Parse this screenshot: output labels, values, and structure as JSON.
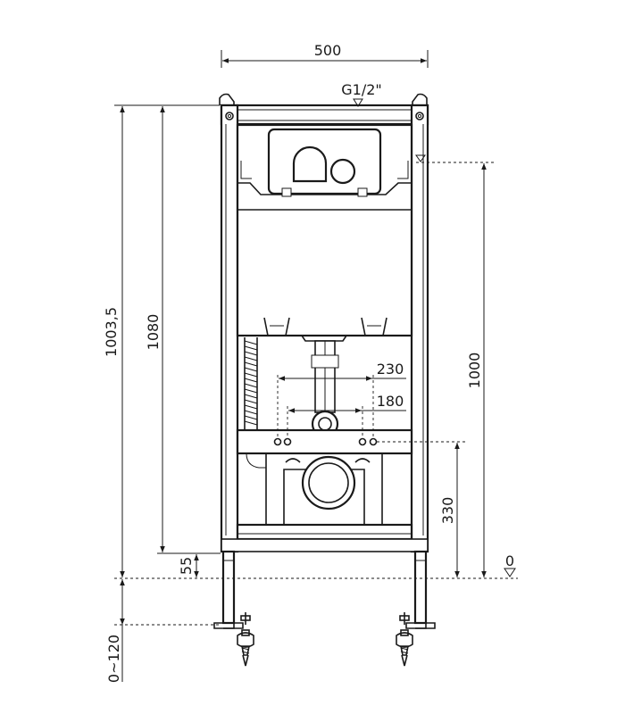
{
  "dimensions": {
    "width_500": "500",
    "inlet": "G1/2\"",
    "height_1003_5": "1003,5",
    "height_1080": "1080",
    "height_1000": "1000",
    "spacing_230": "230",
    "spacing_180": "180",
    "height_330": "330",
    "height_55": "55",
    "zero_level": "0",
    "leg_range": "0~120"
  }
}
